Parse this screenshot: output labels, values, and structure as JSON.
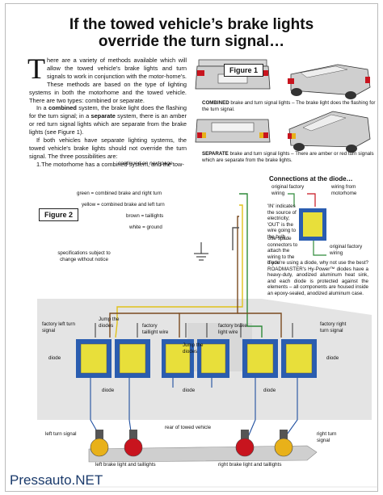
{
  "title": {
    "line1": "If the towed vehicle’s brake lights",
    "line2": "override the turn signal…"
  },
  "intro": {
    "dropcap": "T",
    "p1": "here are a variety of methods available which will allow the towed vehicle's brake lights and turn signals to work in conjunction with the motor-home's. These methods are based on the type of lighting systems in both the motorhome and the towed vehicle. There are two types: combined or separate.",
    "p2_pre": "In a ",
    "p2_bold": "combined",
    "p2_mid": " system, the brake light does the flashing for the turn signal; in a ",
    "p2_bold2": "separate",
    "p2_post": " system, there is an amber or red turn signal lights which are separate from the brake lights (see Figure 1).",
    "p3": "If both vehicles have separate lighting systems, the towed vehicle's brake lights should not override the turn signal. The three possibilities are:",
    "p4": "1.The motorhome has a combined system, and the tow-",
    "continued": "continued on next page"
  },
  "figure1": {
    "label": "Figure 1",
    "cap_combined_bold": "COMBINED",
    "cap_combined": " brake and turn signal lights – The brake light does the flashing for the turn signal.",
    "cap_separate_bold": "SEPARATE",
    "cap_separate": " brake and turn signal lights – There are amber or red turn signals which are separate from the brake lights."
  },
  "figure2": {
    "label": "Figure 2",
    "wires": {
      "green": "green = combined brake and right turn",
      "yellow": "yellow = combined brake and left turn",
      "brown": "brown = taillights",
      "white": "white = ground"
    },
    "spec_note": "specifications subject to change without notice",
    "factory_left": "factory left turn signal",
    "factory_right": "factory right turn signal",
    "jump_left": "Jump the diodes",
    "jump_mid": "Jump the diodes",
    "factory_tail": "factory taillight wire",
    "factory_brake": "factory brake light wire",
    "diode_left": "diode",
    "diode_right": "diode",
    "diode_b1": "diode",
    "diode_b2": "diode",
    "diode_b3": "diode",
    "rear": "rear of towed vehicle",
    "left_turn": "left turn signal",
    "right_turn": "right turn signal",
    "bottom_caption": "left brake light and taillights",
    "bottom_caption_right": "right brake light and taillights"
  },
  "connections": {
    "title": "Connections at the diode…",
    "original": "original factory wiring",
    "from_mh": "wiring from motorhome",
    "in_note": "'IN' indicates the source of electricity; 'OUT' is the wire going to the bulb",
    "spade": "Use spade connectors to attach the wiring to the diode",
    "orig2": "original factory wiring",
    "roadmaster": "If you're using a diode, why not use the best? ROADMASTER's Hy-Power™ diodes have a heavy-duty, anodized aluminum heat sink, and each diode is protected against the elements – all components are housed inside an epoxy-sealed, anodized aluminum case."
  },
  "watermark": "Pressauto.NET",
  "colors": {
    "green": "#2f8a3a",
    "yellow": "#e0c21a",
    "brown": "#7a4a1e",
    "blue": "#1f4fa0",
    "diode": "#e8df3a",
    "red": "#c8141e",
    "amber": "#e8b11a"
  }
}
